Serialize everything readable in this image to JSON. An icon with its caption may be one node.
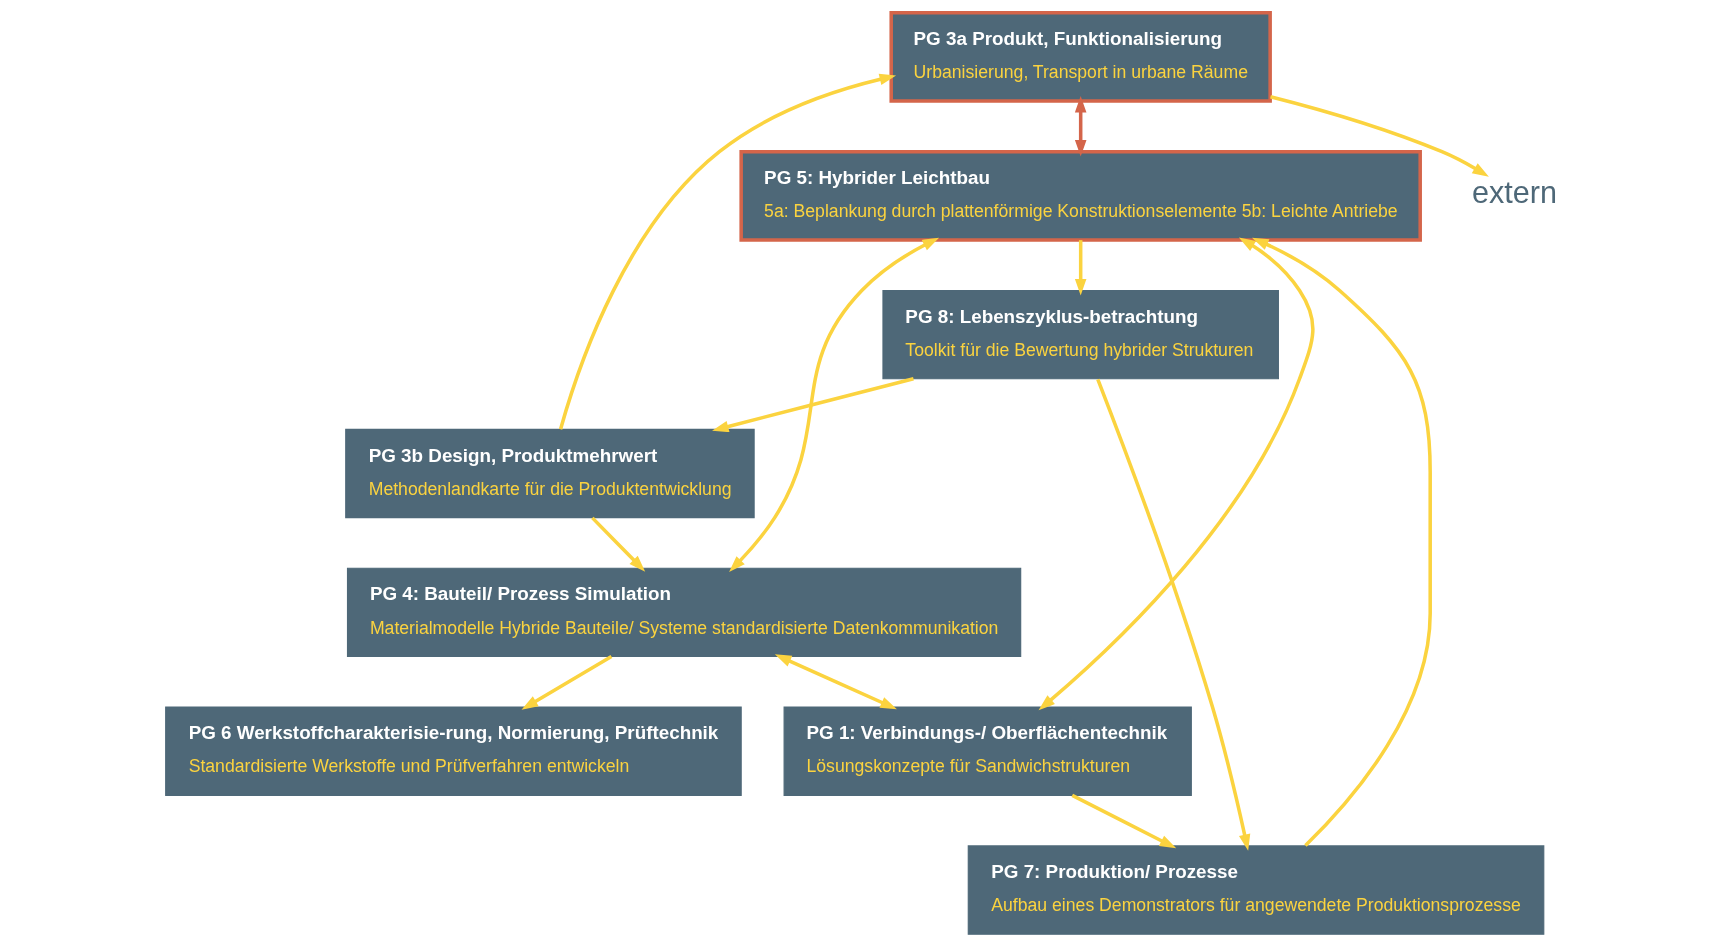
{
  "diagram": {
    "nodes": [
      {
        "text": [
          "PG 3a Produkt, Funktionalisierung",
          "Urbanisierung, Transport in urbane Räume"
        ]
      },
      {
        "text": [
          "PG 5: Hybrider Leichtbau",
          "5a: Beplankung durch plattenförmige Konstruktionselemente 5b: Leichte Antriebe"
        ]
      },
      {
        "text": [
          "PG 4: Bauteil/ Prozess Simulation",
          "Materialmodelle Hybride Bauteile/ Systeme standardisierte Datenkommunikation"
        ]
      },
      {
        "text": [
          "PG 3b Design, Produktmehrwert",
          "Methodenlandkarte für die Produktentwicklung"
        ]
      },
      {
        "text": [
          "PG 1: Verbindungs-/ Oberflächentechnik",
          "Lösungskonzepte für Sandwichstrukturen"
        ]
      },
      {
        "text": [
          "extern"
        ]
      },
      {
        "text": [
          "PG 7: Produktion/ Prozesse",
          "Aufbau eines Demonstrators für angewendete Produktionsprozesse"
        ]
      },
      {
        "text": [
          "PG 8: Lebenszyklus-betrachtung",
          "Toolkit für die Bewertung hybrider Strukturen"
        ]
      },
      {
        "text": [
          "PG 6 Werkstoffcharakterisie-rung, Normierung, Prüftechnik",
          "Standardisierte Werkstoffe und Prüfverfahren entwickeln"
        ]
      }
    ],
    "edges": [
      {
        "from": 0,
        "to": 1,
        "arrow": "both",
        "color": "#d4654a"
      },
      {
        "from": 3,
        "to": 0,
        "arrow": "to"
      },
      {
        "from": 0,
        "to": 5,
        "arrow": "to"
      },
      {
        "from": 1,
        "to": 7,
        "arrow": "to"
      },
      {
        "from": 6,
        "to": 1,
        "arrow": "to"
      },
      {
        "from": 3,
        "to": 2,
        "arrow": "to"
      },
      {
        "from": 1,
        "to": 2,
        "arrow": "both"
      },
      {
        "from": 2,
        "to": 4,
        "arrow": "both"
      },
      {
        "from": 1,
        "to": 4,
        "arrow": "both"
      },
      {
        "from": 4,
        "to": 6,
        "arrow": "to"
      },
      {
        "from": 7,
        "to": 3,
        "arrow": "to"
      },
      {
        "from": 7,
        "to": 6,
        "arrow": "to"
      },
      {
        "from": 2,
        "to": 8,
        "arrow": "to"
      }
    ]
  }
}
